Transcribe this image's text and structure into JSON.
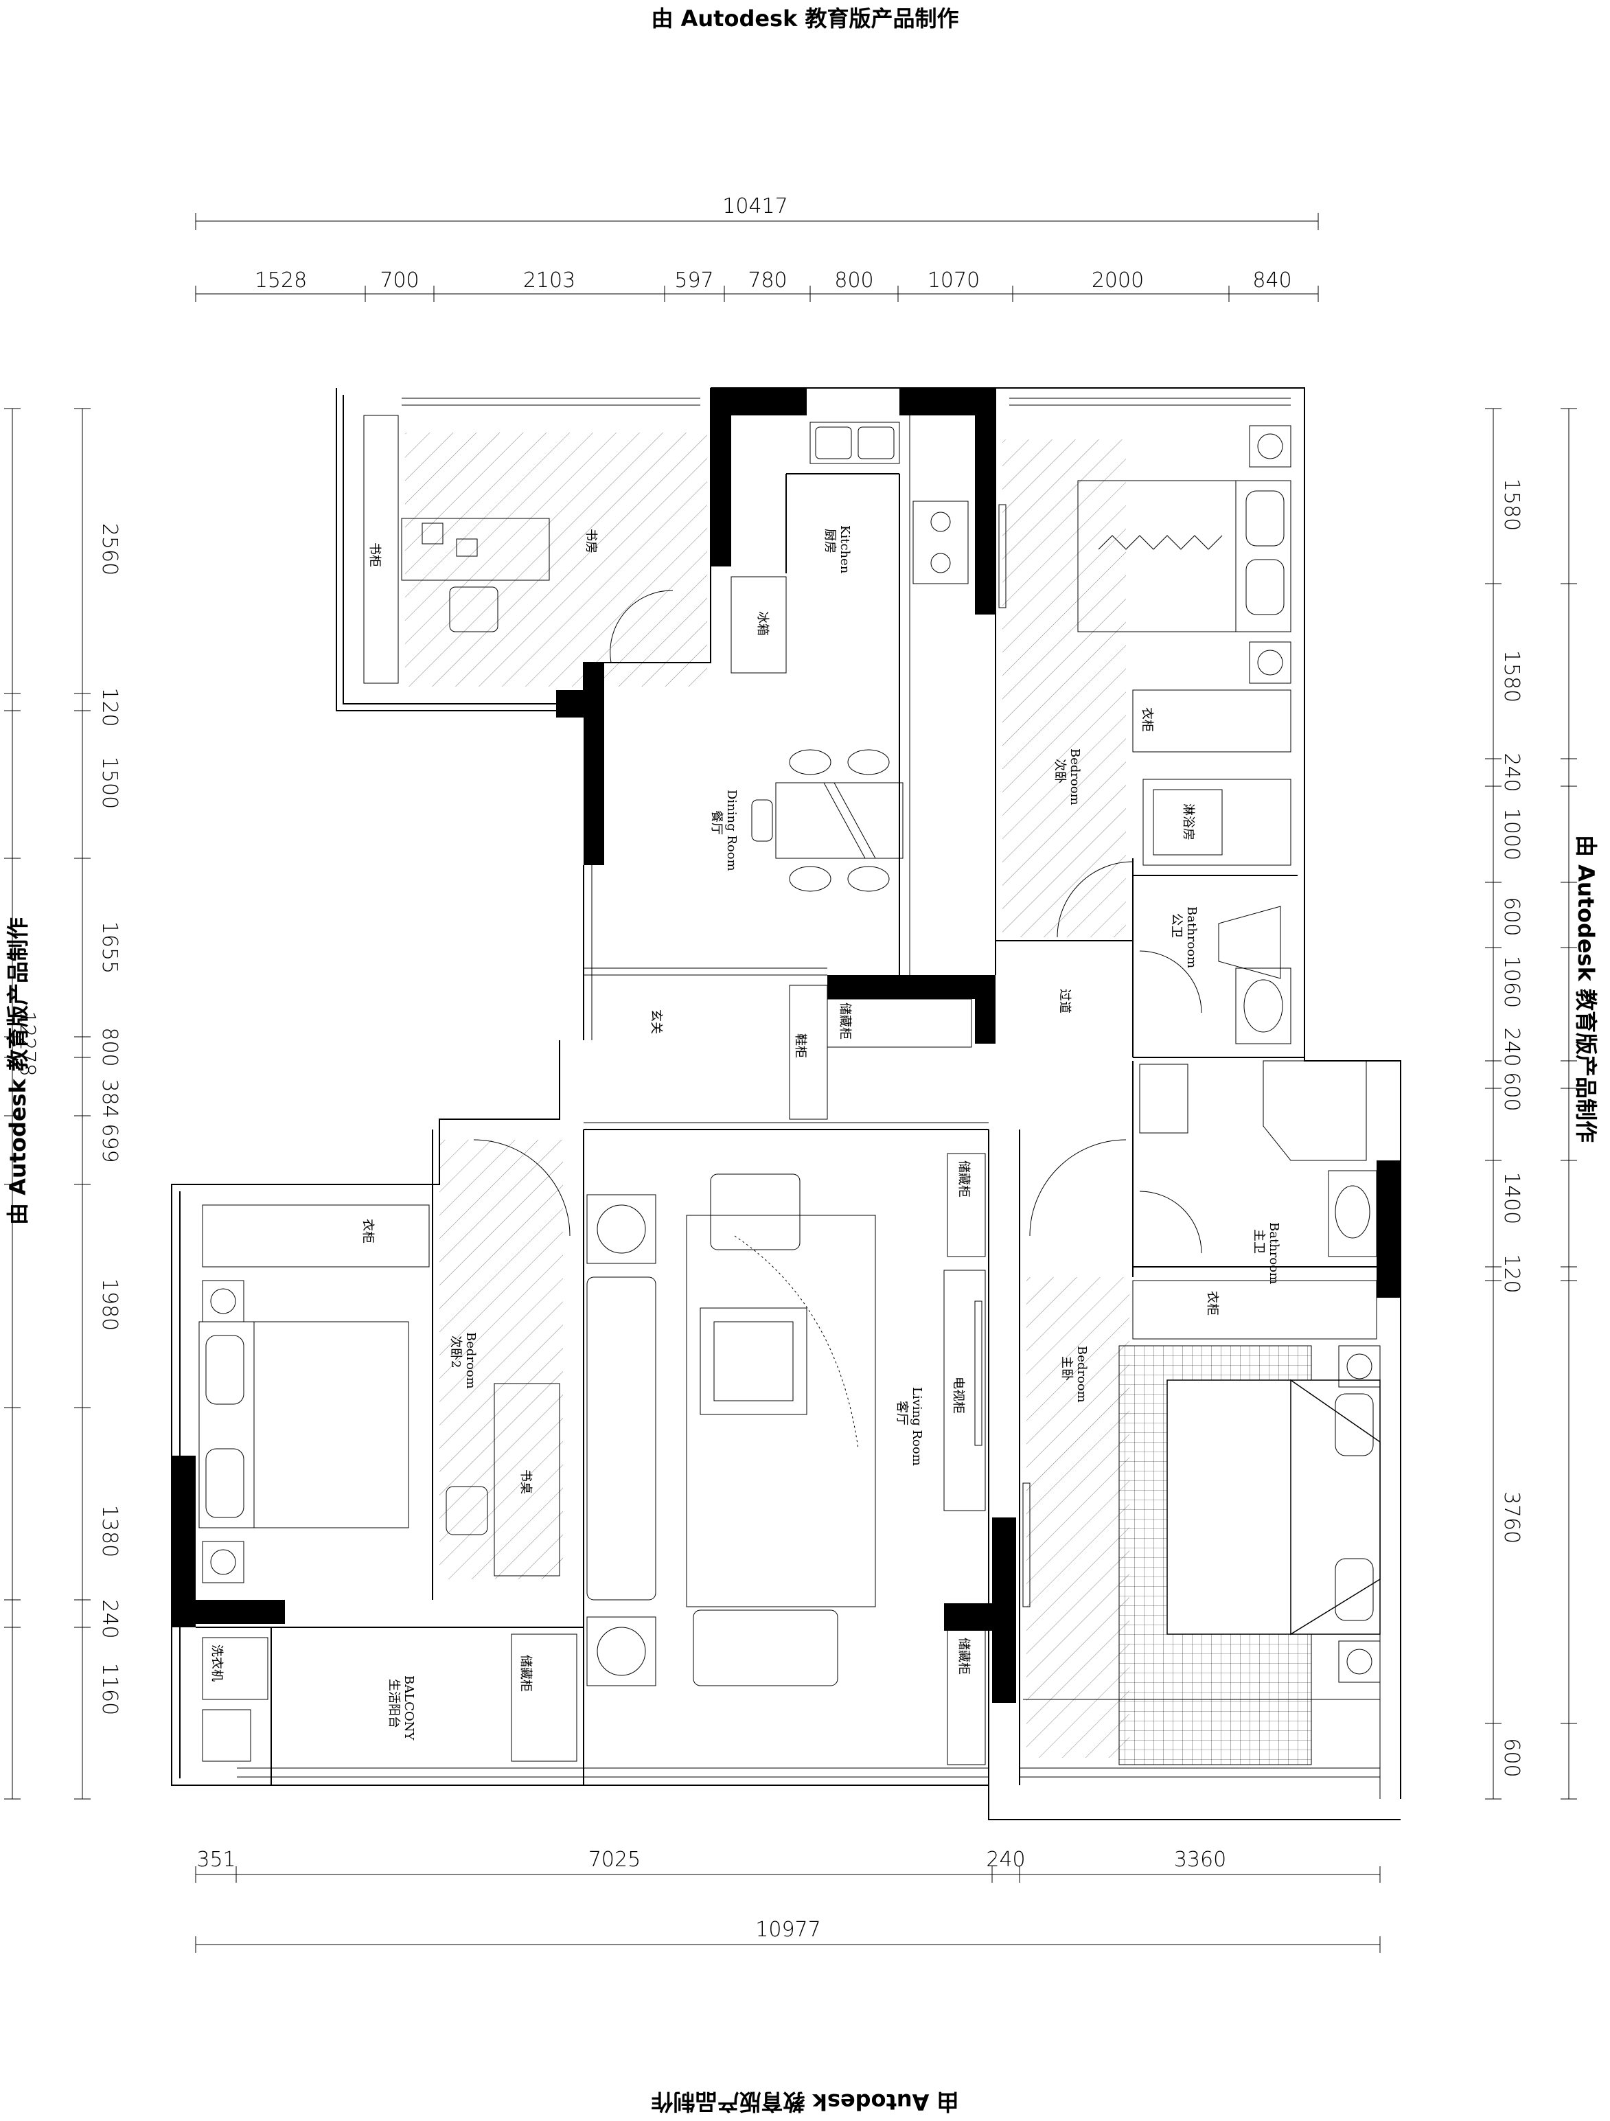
{
  "watermark": {
    "text": "由 Autodesk 教育版产品制作"
  },
  "dimensions": {
    "top_total": "10417",
    "top_segments": [
      "1528",
      "700",
      "2103",
      "597",
      "780",
      "800",
      "1070",
      "2000",
      "840"
    ],
    "bottom_segments": [
      "351",
      "7025",
      "240",
      "3360"
    ],
    "bottom_total": "10977",
    "left_segments": [
      "2560",
      "120",
      "1500",
      "1655",
      "800",
      "384",
      "699",
      "1980",
      "1380",
      "240",
      "1160"
    ],
    "left_total": "12278",
    "right_segments": [
      "1580",
      "1580",
      "240",
      "1000",
      "600",
      "1060",
      "240",
      "600",
      "1400",
      "120",
      "3760",
      "600"
    ]
  },
  "rooms": {
    "study": "书房",
    "study_cabinet": "书柜",
    "kitchen_en": "Kitchen",
    "kitchen_cn": "厨房",
    "fridge": "冰箱",
    "dining_en": "Dining Room",
    "dining_cn": "餐厅",
    "bedroom2_en": "Bedroom",
    "bedroom2_cn": "次卧",
    "wardrobe": "衣柜",
    "shower": "淋浴房",
    "bath1_en": "Bathroom",
    "bath1_cn": "公卫",
    "corridor": "过道",
    "entry": "玄关",
    "storage": "储藏柜",
    "shoe_cabinet": "鞋柜",
    "bedroom3_en": "Bedroom",
    "bedroom3_cn": "次卧2",
    "desk": "书桌",
    "living_en": "Living Room",
    "living_cn": "客厅",
    "tv_cabinet": "电视柜",
    "bath2_en": "Bathroom",
    "bath2_cn": "主卫",
    "master_en": "Bedroom",
    "master_cn": "主卧",
    "balcony_en": "BALCONY",
    "balcony_cn": "生活阳台",
    "washer": "洗衣机",
    "storage_living": "储藏柜"
  }
}
